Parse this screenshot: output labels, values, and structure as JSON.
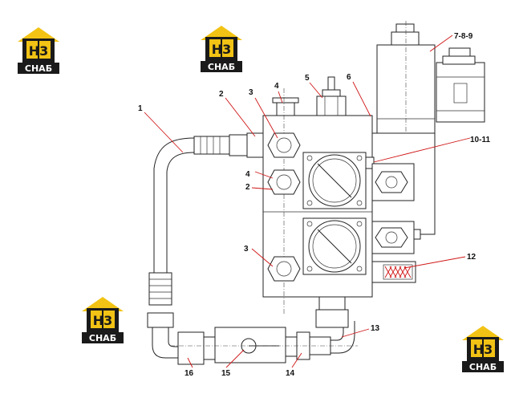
{
  "logo": {
    "letters": "H3",
    "caption": "CHAБ",
    "colors": {
      "yellow": "#f2c314",
      "black": "#1a1a1a",
      "white": "#ffffff"
    }
  },
  "callouts": {
    "c1": "1",
    "c2a": "2",
    "c3a": "3",
    "c4a": "4",
    "c5": "5",
    "c6": "6",
    "c789": "7-8-9",
    "c1011": "10-11",
    "c4b": "4",
    "c2b": "2",
    "c3b": "3",
    "c12": "12",
    "c13": "13",
    "c14": "14",
    "c15": "15",
    "c16": "16"
  },
  "colors": {
    "leader": "#d01515",
    "line": "#222222"
  }
}
